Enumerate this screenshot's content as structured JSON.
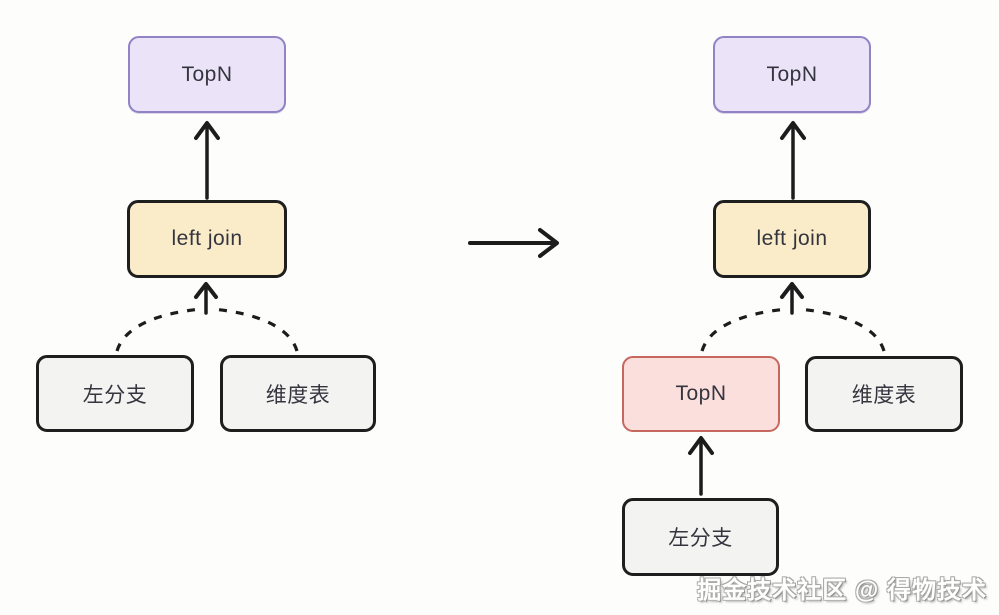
{
  "diagram_meaning": "TopN pushdown through left join: before and after plans",
  "colors": {
    "background": "#fdfdfc",
    "line": "#1c1c1c",
    "purple_fill": "#ebe4f9",
    "purple_border": "#9183c4",
    "yellow_fill": "#faecc9",
    "red_fill": "#fbdfdd",
    "red_border": "#c7685f",
    "plain_fill": "#f3f3f1",
    "dark_border": "#1e1e1e"
  },
  "boxes": {
    "left_topn": {
      "label": "TopN"
    },
    "left_left_join": {
      "label": "left join"
    },
    "left_left_branch": {
      "label": "左分支"
    },
    "left_dim_table": {
      "label": "维度表"
    },
    "right_topn": {
      "label": "TopN"
    },
    "right_left_join": {
      "label": "left join"
    },
    "right_topn_pushed": {
      "label": "TopN"
    },
    "right_dim_table": {
      "label": "维度表"
    },
    "right_left_branch": {
      "label": "左分支"
    }
  },
  "edges": {
    "left": [
      {
        "from": "left_join",
        "to": "TopN",
        "style": "solid-arrow"
      },
      {
        "from": "左分支",
        "to": "left_join",
        "style": "dashed-curve"
      },
      {
        "from": "维度表",
        "to": "left_join",
        "style": "dashed-curve"
      }
    ],
    "right": [
      {
        "from": "left_join",
        "to": "TopN",
        "style": "solid-arrow"
      },
      {
        "from": "TopN(pushed)",
        "to": "left_join",
        "style": "dashed-curve"
      },
      {
        "from": "维度表",
        "to": "left_join",
        "style": "dashed-curve"
      },
      {
        "from": "左分支",
        "to": "TopN(pushed)",
        "style": "solid-arrow"
      }
    ],
    "between_diagrams": {
      "style": "solid-right-arrow",
      "meaning": "transformation"
    }
  },
  "watermark": {
    "text": "掘金技术社区 @ 得物技术"
  }
}
